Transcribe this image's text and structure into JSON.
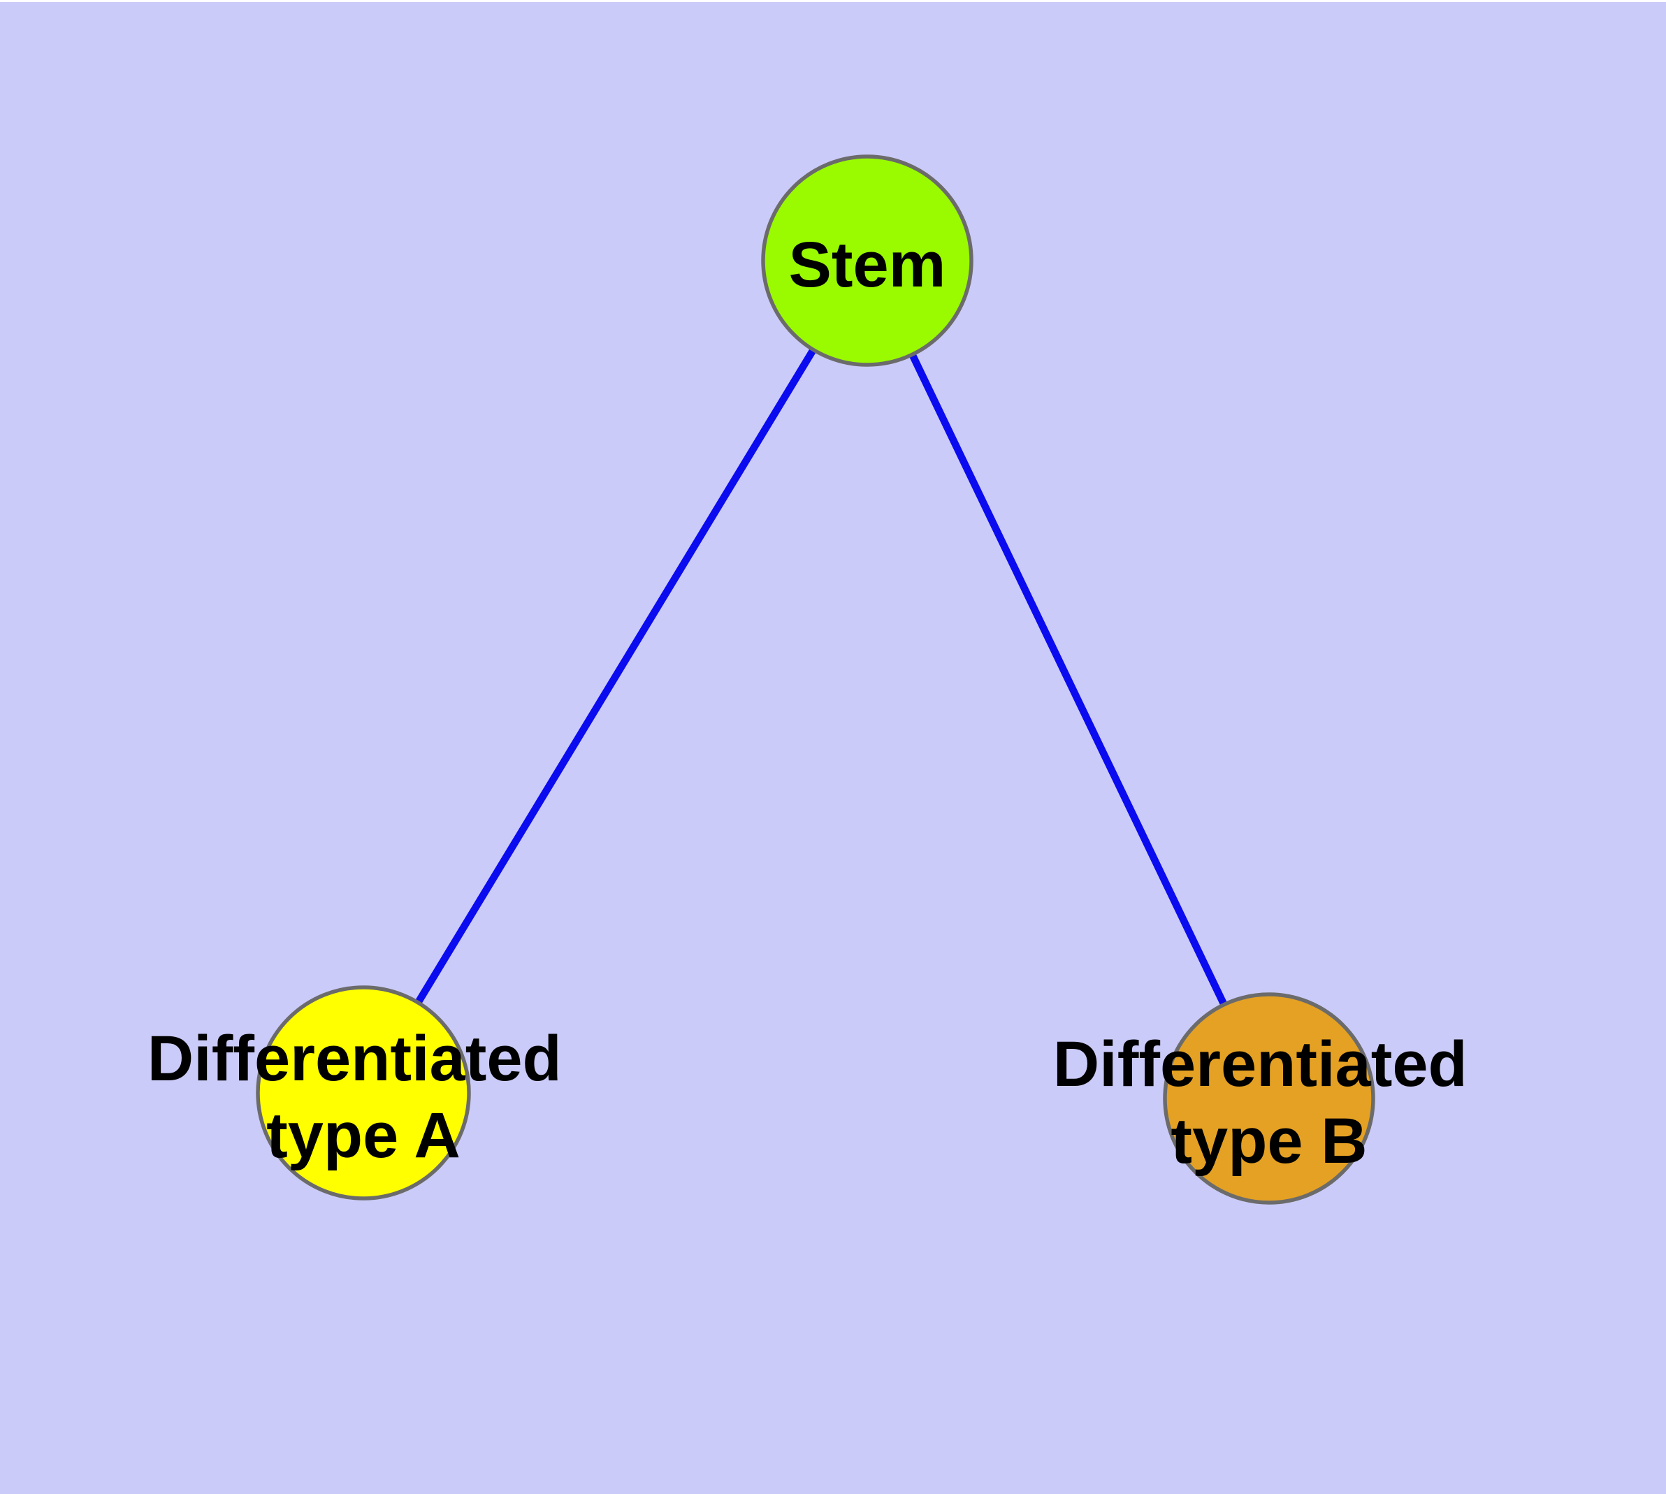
{
  "diagram": {
    "type": "node-link-graph",
    "background_color": "#CBCBF9",
    "edge_color": "#0B0BF0",
    "node_border_color": "#6B6B6B",
    "label_color": "#000000",
    "nodes": [
      {
        "id": "stem",
        "label": "Stem",
        "label_lines": [
          "Stem"
        ],
        "fill_color": "#9AFA00"
      },
      {
        "id": "differentiated-type-a",
        "label": "Differentiated type A",
        "label_lines": [
          "Differentiated",
          "type A"
        ],
        "fill_color": "#FFFF00"
      },
      {
        "id": "differentiated-type-b",
        "label": "Differentiated type B",
        "label_lines": [
          "Differentiated",
          "type B"
        ],
        "fill_color": "#E5A123"
      }
    ],
    "edges": [
      {
        "from": "Stem",
        "to": "Differentiated type A"
      },
      {
        "from": "Stem",
        "to": "Differentiated type B"
      }
    ]
  }
}
